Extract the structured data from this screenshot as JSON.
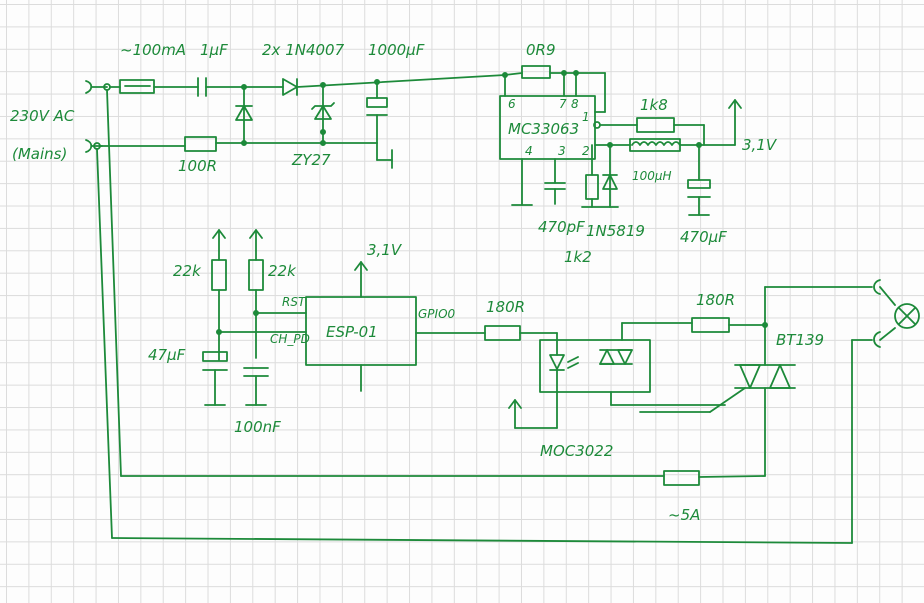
{
  "labels": {
    "fuse_in": "~100mA",
    "cap_x": "1µF",
    "diodes": "2x 1N4007",
    "cap_bulk": "1000µF",
    "r_sense": "0R9",
    "mains_a": "230V AC",
    "mains_b": "(Mains)",
    "r_series": "100R",
    "zener": "ZY27",
    "regulator": "MC33063",
    "pin6": "6",
    "pin7": "7",
    "pin8": "8",
    "pin1": "1",
    "pin4": "4",
    "pin3": "3",
    "pin2": "2",
    "r_fb": "1k8",
    "vout": "3,1V",
    "inductor": "100µH",
    "c_timing": "470pF",
    "schottky": "1N5819",
    "r_lo": "1k2",
    "c_out": "470µF",
    "vcc_esp": "3,1V",
    "r_pu1": "22k",
    "r_pu2": "22k",
    "rst": "RST",
    "chpd": "CH_PD",
    "esp": "ESP-01",
    "gpio": "GPIO0",
    "r_led": "180R",
    "c_47u": "47µF",
    "c_100n": "100nF",
    "opto": "MOC3022",
    "r_gate": "180R",
    "triac": "BT139",
    "fuse_out": "~5A"
  }
}
